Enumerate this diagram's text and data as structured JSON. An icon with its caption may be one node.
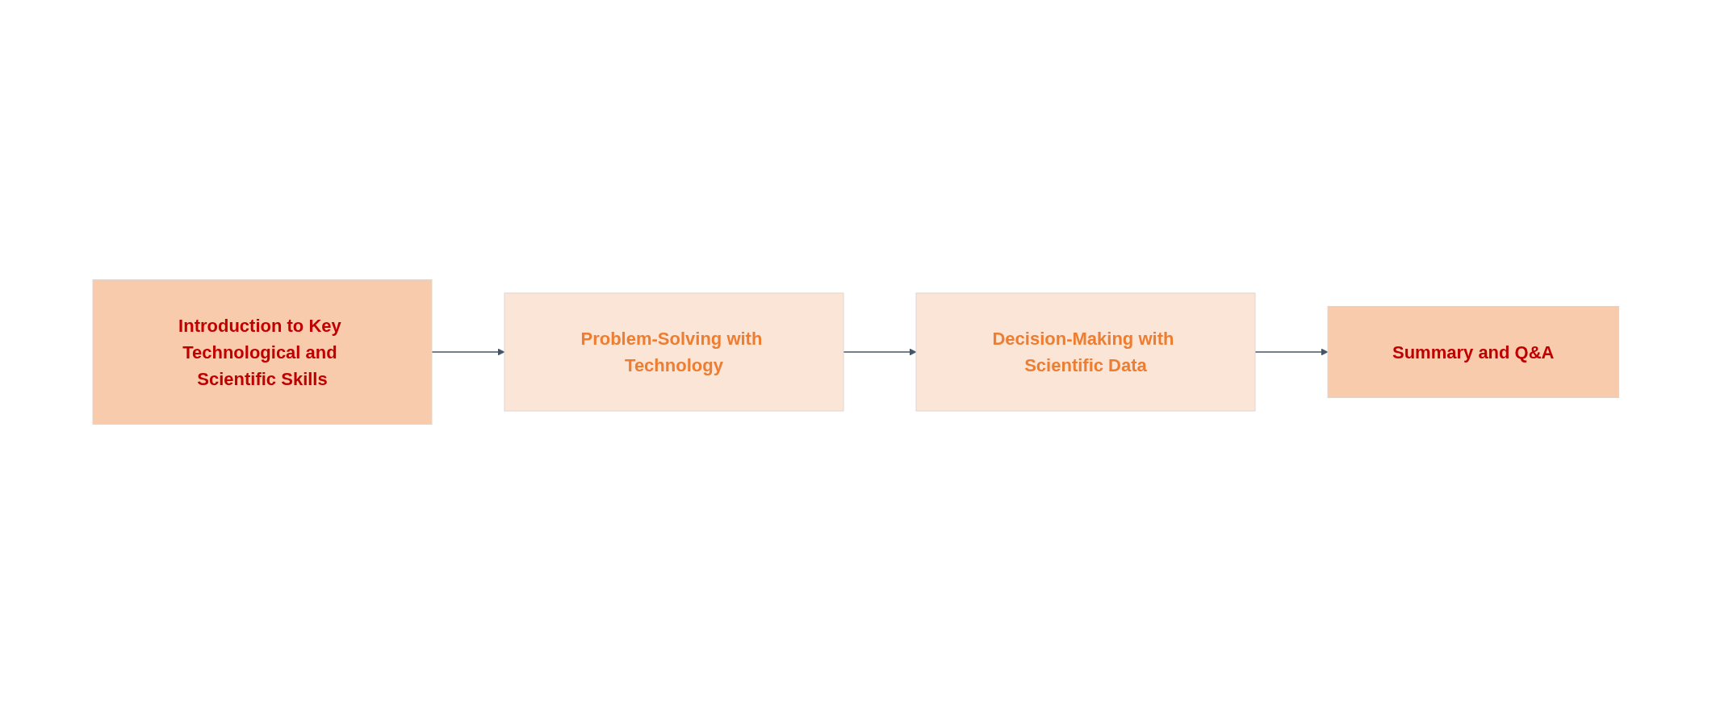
{
  "diagram": {
    "nodes": [
      {
        "text": [
          "Introduction to Key Technological and Scientific Skills"
        ]
      },
      {
        "text": [
          "Problem-Solving with Technology"
        ]
      },
      {
        "text": [
          "Decision-Making with Scientific Data"
        ]
      },
      {
        "text": [
          "Summary and Q&A"
        ]
      }
    ],
    "edges": [
      {
        "from": 0,
        "to": 1,
        "arrow": "to"
      },
      {
        "from": 1,
        "to": 2,
        "arrow": "to"
      },
      {
        "from": 2,
        "to": 3,
        "arrow": "to"
      }
    ]
  }
}
